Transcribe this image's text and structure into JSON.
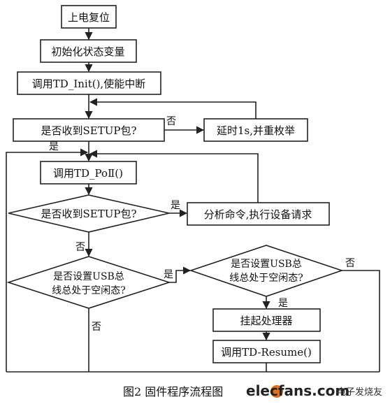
{
  "nodes": {
    "power_reset": "上电复位",
    "init_state": "初始化状态变量",
    "call_td_init": "调用TD_Init(),使能中断",
    "q_setup1": "是否收到SETUP包?",
    "delay_enum": "延时1s,并重枚举",
    "call_td_poll": "调用TD_PoⅡ()",
    "q_setup2": "是否收到SETUP包?",
    "analyze_cmd": "分析命令,执行设备请求",
    "q_usb_idle1_l1": "是否设置USB总",
    "q_usb_idle1_l2": "线总处于空闲态?",
    "q_usb_idle2_l1": "是否设置USB总",
    "q_usb_idle2_l2": "线总处于空闲态?",
    "suspend": "挂起处理器",
    "call_td_resume": "调用TD-Resume()"
  },
  "edge_labels": {
    "no": "否",
    "yes": "是"
  },
  "caption": "图2  固件程序流程图",
  "watermark": {
    "brand": "elecfans.com",
    "brand_cn": "电子发烧友"
  }
}
